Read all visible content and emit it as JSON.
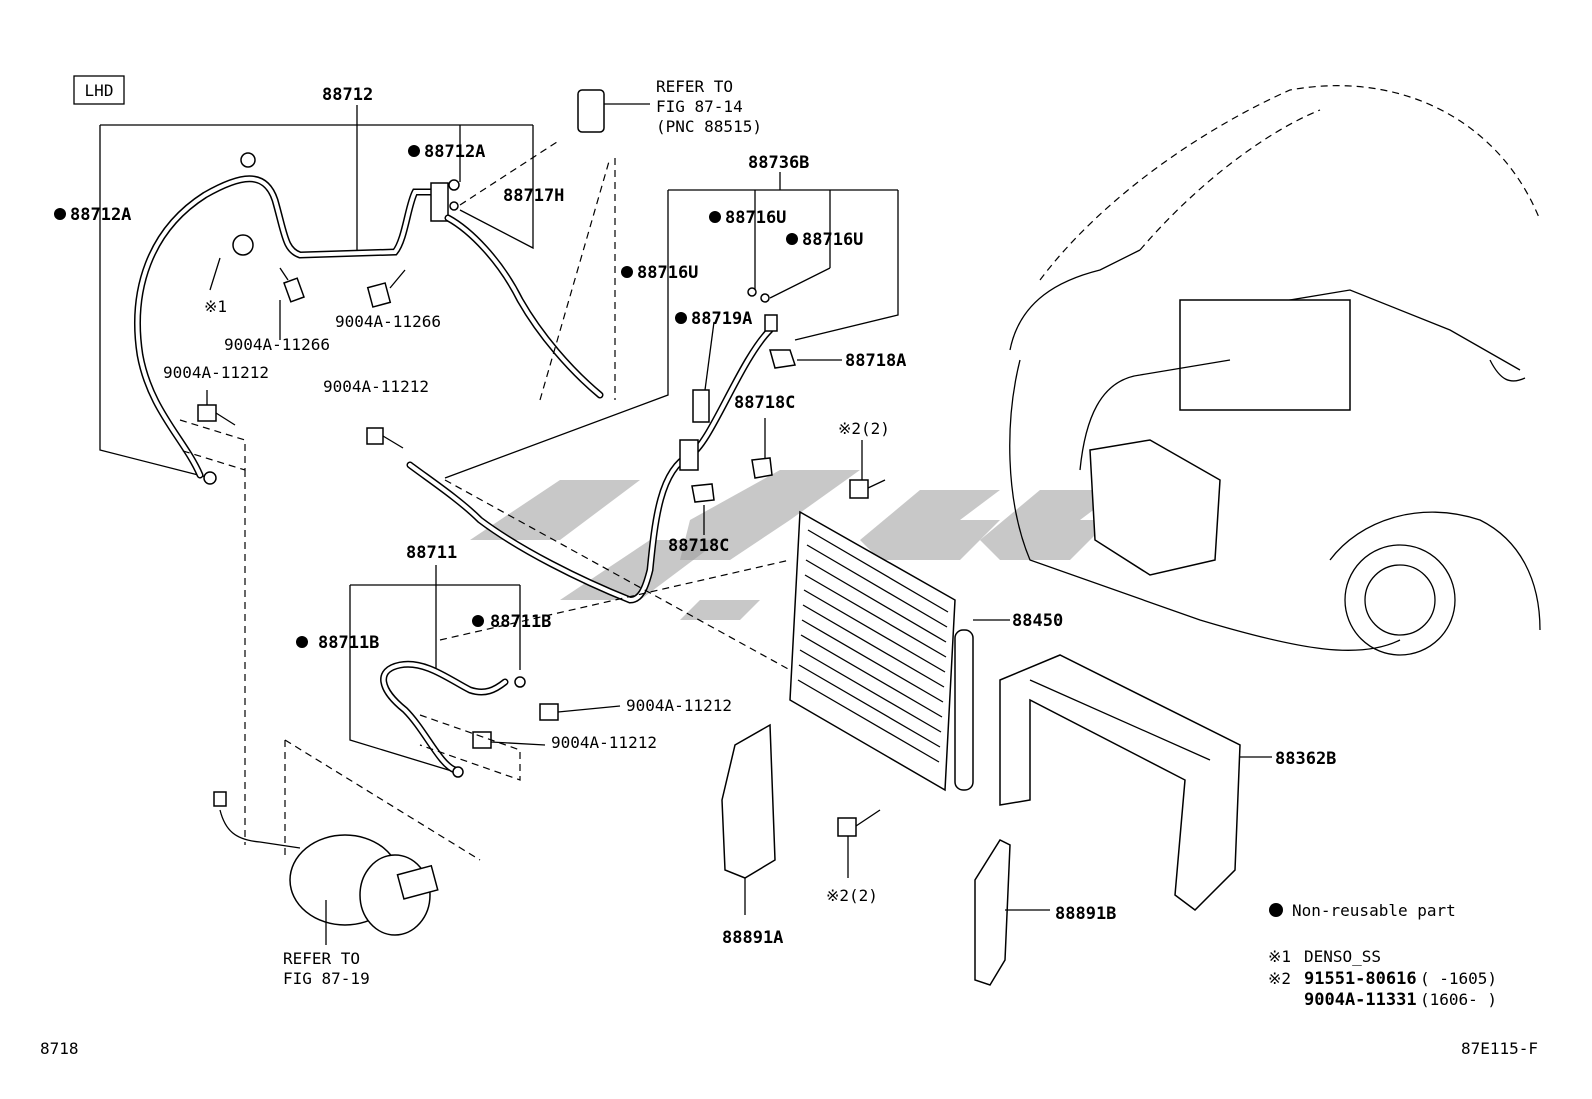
{
  "header": {
    "lhd_badge": "LHD"
  },
  "refer_top": {
    "line1": "REFER TO",
    "line2": "FIG 87-14",
    "line3": "(PNC 88515)"
  },
  "refer_bottom": {
    "line1": "REFER TO",
    "line2": "FIG 87-19"
  },
  "labels": {
    "p88712": "88712",
    "p88712A_left": "88712A",
    "p88712A_top": "88712A",
    "p88717H": "88717H",
    "note1_ref": "※1",
    "bolt_9004A_11266_a": "9004A-11266",
    "bolt_9004A_11266_b": "9004A-11266",
    "bolt_9004A_11212_a": "9004A-11212",
    "bolt_9004A_11212_b": "9004A-11212",
    "bolt_9004A_11212_c": "9004A-11212",
    "bolt_9004A_11212_d": "9004A-11212",
    "p88736B": "88736B",
    "p88716U_a": "88716U",
    "p88716U_b": "88716U",
    "p88716U_c": "88716U",
    "p88719A": "88719A",
    "p88718A": "88718A",
    "p88718C_a": "88718C",
    "p88718C_b": "88718C",
    "note2_top": "※2(2)",
    "note2_bottom": "※2(2)",
    "p88711": "88711",
    "p88711B_left": "88711B",
    "p88711B_right": "88711B",
    "p88450": "88450",
    "p88362B": "88362B",
    "p88891A": "88891A",
    "p88891B": "88891B"
  },
  "legend": {
    "nonreusable": "Non-reusable part",
    "n1_mark": "※1",
    "n1_text": "DENSO_SS",
    "n2_mark": "※2",
    "n2_line1_part": "91551-80616",
    "n2_line1_range": "(     -1605)",
    "n2_line2_part": "9004A-11331",
    "n2_line2_range": "(1606-     )"
  },
  "footer": {
    "page_code": "8718",
    "figure_code": "87E115-F"
  }
}
